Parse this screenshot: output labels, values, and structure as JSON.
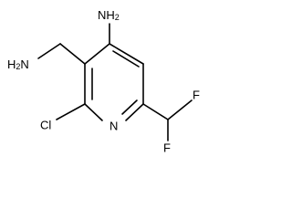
{
  "molecule": {
    "atoms": {
      "amino": {
        "element": "N",
        "hydrogens": "H",
        "count": "2"
      },
      "aminomethyl_nitrogen": {
        "prefix": "H",
        "count": "2",
        "element": "N"
      },
      "ring_nitrogen": {
        "element": "N"
      },
      "chloro": {
        "element": "Cl"
      },
      "fluoro_1": {
        "element": "F"
      },
      "fluoro_2": {
        "element": "F"
      }
    },
    "colors": {
      "bond": "#000000",
      "text": "#000000",
      "background": "#ffffff"
    }
  }
}
